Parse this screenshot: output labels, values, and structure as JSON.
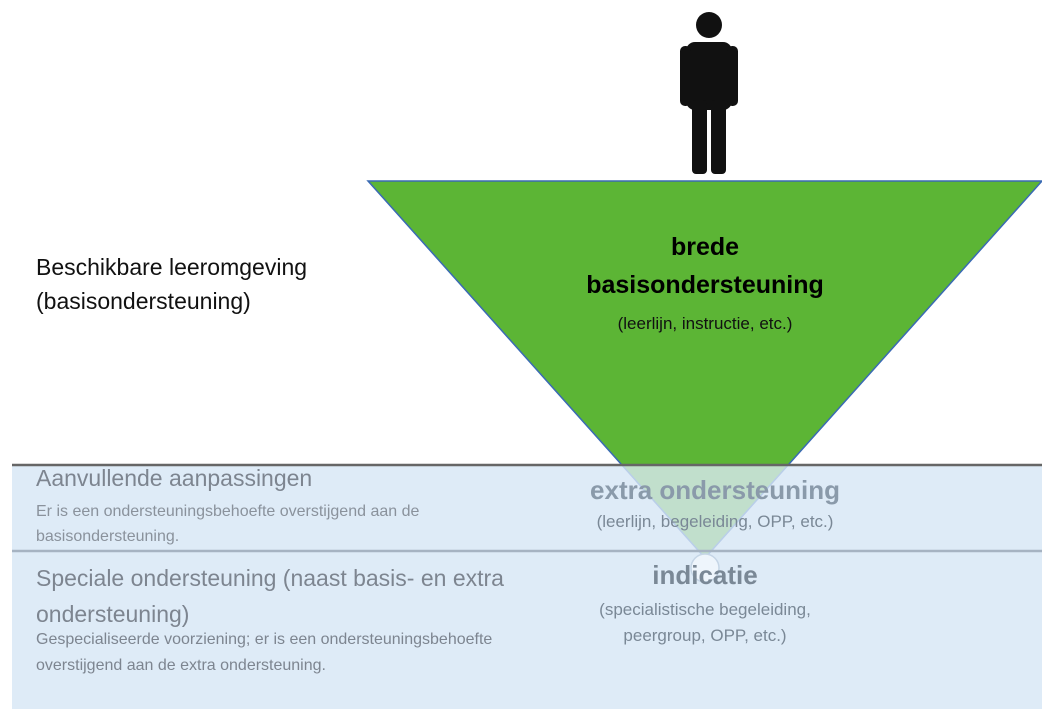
{
  "left_labels": {
    "beschikbare_line1": "Beschikbare leeromgeving",
    "beschikbare_line2": "(basisondersteuning)",
    "aanvullende_title": "Aanvullende aanpassingen",
    "aanvullende_body": "Er is een ondersteuningsbehoefte overstijgend aan de basisondersteuning.",
    "speciale_title": "Speciale ondersteuning (naast basis- en extra ondersteuning)",
    "speciale_body": "Gespecialiseerde voorziening; er is een ondersteuningsbehoefte overstijgend aan de extra ondersteuning."
  },
  "funnel": {
    "brede_line1": "brede",
    "brede_line2": "basisondersteuning",
    "brede_sub": "(leerlijn, instructie, etc.)",
    "extra_title": "extra ondersteuning",
    "extra_sub": "(leerlijn, begeleiding, OPP, etc.)",
    "indicatie_title": "indicatie",
    "indicatie_sub_line1": "(specialistische begeleiding,",
    "indicatie_sub_line2": "peergroup, OPP, etc.)"
  },
  "icons": {
    "person": "person-icon"
  },
  "colors": {
    "green": "#5cb535",
    "green_border": "#3a6ab4",
    "band": "#deebf7",
    "gray_line": "#666666",
    "light_line": "#a6b3c2"
  }
}
